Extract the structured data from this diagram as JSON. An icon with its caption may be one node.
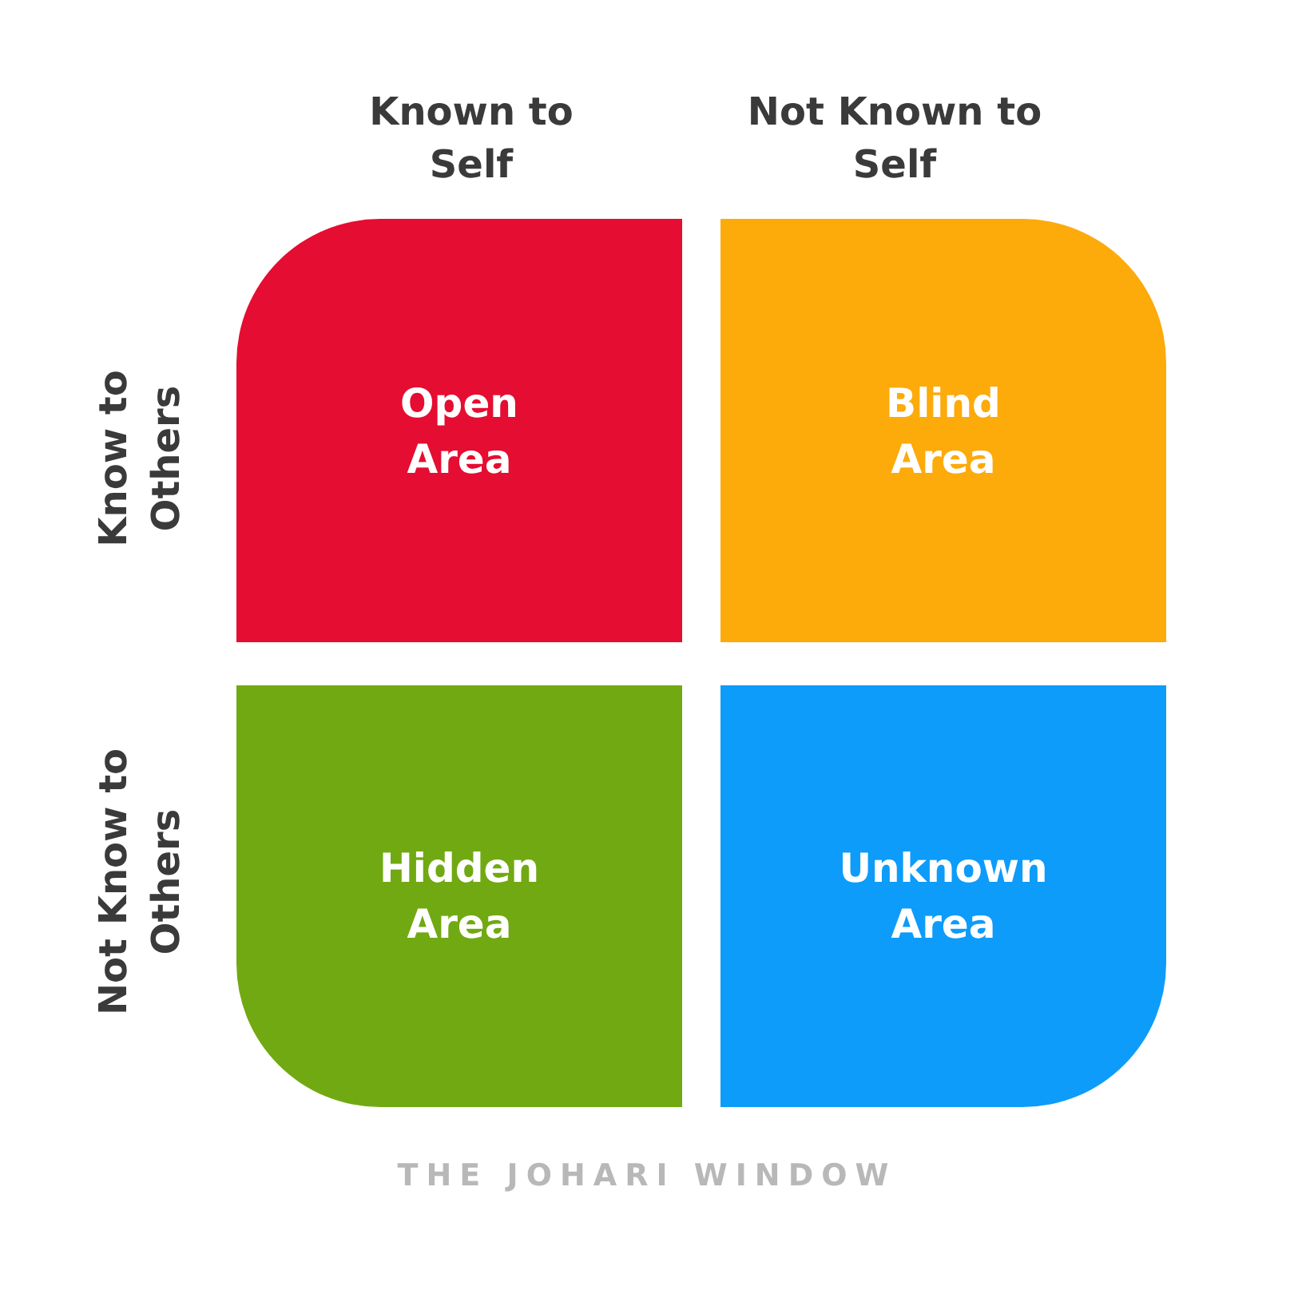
{
  "diagram": {
    "caption": "THE JOHARI WINDOW",
    "nodes": [
      {
        "text": [
          "Open Area"
        ]
      },
      {
        "text": [
          "Blind Area"
        ]
      },
      {
        "text": [
          "Hidden Area"
        ]
      },
      {
        "text": [
          "Unknown Area"
        ]
      }
    ],
    "labels": [
      "Known to Self",
      "Not Known to Self",
      "Know to Others",
      "Not Know to Others"
    ]
  }
}
